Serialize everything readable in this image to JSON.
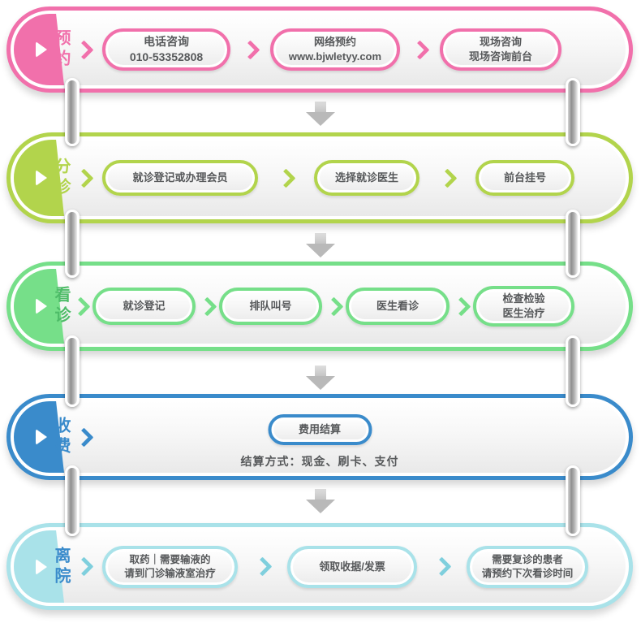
{
  "title": "门诊就诊流程图 (outpatient visit flow)",
  "colors": {
    "band1_pink": "#f170ab",
    "band2_lime": "#b2d44c",
    "band3_green": "#76df89",
    "band4_blue": "#3a8bcb",
    "band5_cyan": "#a9e2e9",
    "band5_label_blue": "#3a8bcb",
    "step_text": "#56585a",
    "ring_silver": "#8f8f8f",
    "arrow_gray": "#b9b9b9"
  },
  "icons": {
    "play_icon": "▶",
    "chevron_right_icon": "❯",
    "down_arrow_icon": "⬇"
  },
  "bands": [
    {
      "label": "预约",
      "steps": [
        {
          "text": "电话咨询\n010-53352808"
        },
        {
          "text": "网络预约\nwww.bjwletyy.com"
        },
        {
          "text": "现场咨询\n现场咨询前台"
        }
      ]
    },
    {
      "label": "分诊",
      "steps": [
        {
          "text": "就诊登记或办理会员"
        },
        {
          "text": "选择就诊医生"
        },
        {
          "text": "前台挂号"
        }
      ]
    },
    {
      "label": "看诊",
      "steps": [
        {
          "text": "就诊登记"
        },
        {
          "text": "排队叫号"
        },
        {
          "text": "医生看诊"
        },
        {
          "text": "检查检验\n医生治疗"
        }
      ]
    },
    {
      "label": "收费",
      "steps": [
        {
          "text": "费用结算"
        }
      ],
      "note": "结算方式：现金、刷卡、支付"
    },
    {
      "label": "离院",
      "steps": [
        {
          "text": "取药｜需要输液的\n请到门诊输液室治疗"
        },
        {
          "text": "领取收据/发票"
        },
        {
          "text": "需要复诊的患者\n请预约下次看诊时间"
        }
      ]
    }
  ]
}
